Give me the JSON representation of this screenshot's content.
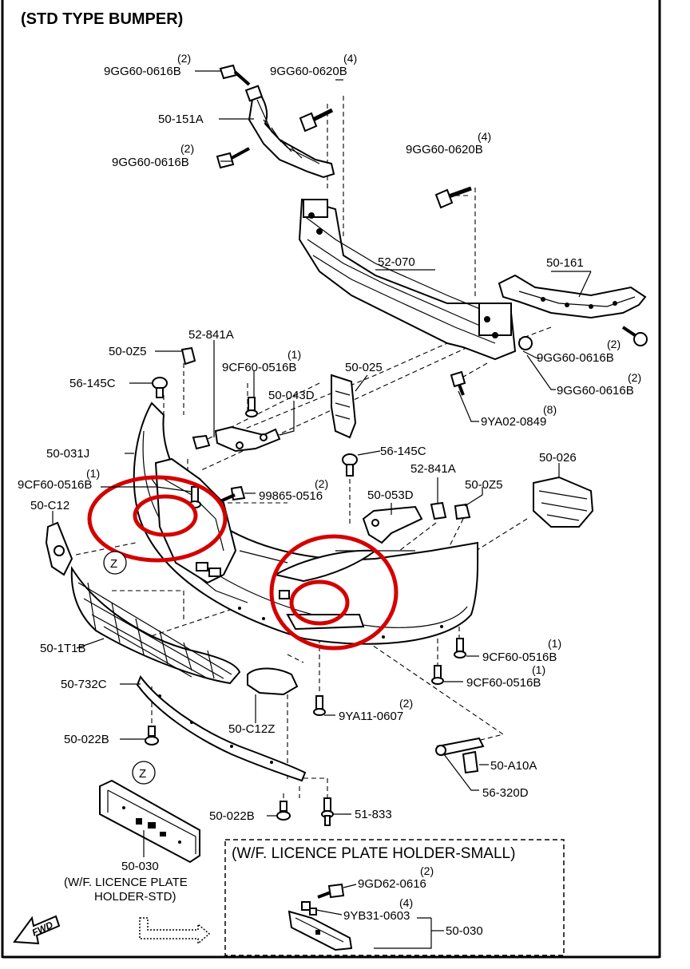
{
  "title": "(STD TYPE BUMPER)",
  "border_color": "#000000",
  "highlight_color": "#d40000",
  "labels": {
    "p_9gg60_0616b_a": {
      "code": "9GG60-0616B",
      "qty": "(2)"
    },
    "p_9gg60_0620b_a": {
      "code": "9GG60-0620B",
      "qty": "(4)"
    },
    "p_50_151a": {
      "code": "50-151A"
    },
    "p_9gg60_0616b_b": {
      "code": "9GG60-0616B",
      "qty": "(2)"
    },
    "p_9gg60_0620b_b": {
      "code": "9GG60-0620B",
      "qty": "(4)"
    },
    "p_52_070": {
      "code": "52-070"
    },
    "p_50_161": {
      "code": "50-161"
    },
    "p_9gg60_0616b_c": {
      "code": "9GG60-0616B",
      "qty": "(2)"
    },
    "p_9gg60_0616b_d": {
      "code": "9GG60-0616B",
      "qty": "(2)"
    },
    "p_9ya02_0849": {
      "code": "9YA02-0849",
      "qty": "(8)"
    },
    "p_52_841a_a": {
      "code": "52-841A"
    },
    "p_50_0z5_a": {
      "code": "50-0Z5"
    },
    "p_9cf60_0516b_a": {
      "code": "9CF60-0516B",
      "qty": "(1)"
    },
    "p_50_025": {
      "code": "50-025"
    },
    "p_56_145c_a": {
      "code": "56-145C"
    },
    "p_50_043d": {
      "code": "50-043D"
    },
    "p_50_031j": {
      "code": "50-031J"
    },
    "p_9cf60_0516b_b": {
      "code": "9CF60-0516B",
      "qty": "(1)"
    },
    "p_99865_0516": {
      "code": "99865-0516",
      "qty": "(2)"
    },
    "p_56_145c_b": {
      "code": "56-145C"
    },
    "p_52_841a_b": {
      "code": "52-841A"
    },
    "p_50_026": {
      "code": "50-026"
    },
    "p_50_053d": {
      "code": "50-053D"
    },
    "p_50_0z5_b": {
      "code": "50-0Z5"
    },
    "p_50_c12": {
      "code": "50-C12"
    },
    "p_z_a": {
      "code": "Z"
    },
    "p_50_1t1b": {
      "code": "50-1T1B"
    },
    "p_9cf60_0516b_c": {
      "code": "9CF60-0516B",
      "qty": "(1)"
    },
    "p_9cf60_0516b_d": {
      "code": "9CF60-0516B",
      "qty": "(1)"
    },
    "p_50_732c": {
      "code": "50-732C"
    },
    "p_50_c12z": {
      "code": "50-C12Z"
    },
    "p_9ya11_0607": {
      "code": "9YA11-0607",
      "qty": "(2)"
    },
    "p_50_022b_a": {
      "code": "50-022B"
    },
    "p_50_a10a": {
      "code": "50-A10A"
    },
    "p_56_320d": {
      "code": "56-320D"
    },
    "p_z_b": {
      "code": "Z"
    },
    "p_50_022b_b": {
      "code": "50-022B"
    },
    "p_51_833": {
      "code": "51-833"
    },
    "p_50_030_a": {
      "code": "50-030",
      "note1": "(W/F. LICENCE PLATE",
      "note2": "HOLDER-STD)"
    }
  },
  "inset": {
    "title": "(W/F. LICENCE PLATE HOLDER-SMALL)",
    "p_9gd62_0616": {
      "code": "9GD62-0616",
      "qty": "(2)"
    },
    "p_9yb31_0603": {
      "code": "9YB31-0603",
      "qty": "(4)"
    },
    "p_50_030_b": {
      "code": "50-030"
    }
  },
  "fwd": {
    "label": "FWD"
  }
}
